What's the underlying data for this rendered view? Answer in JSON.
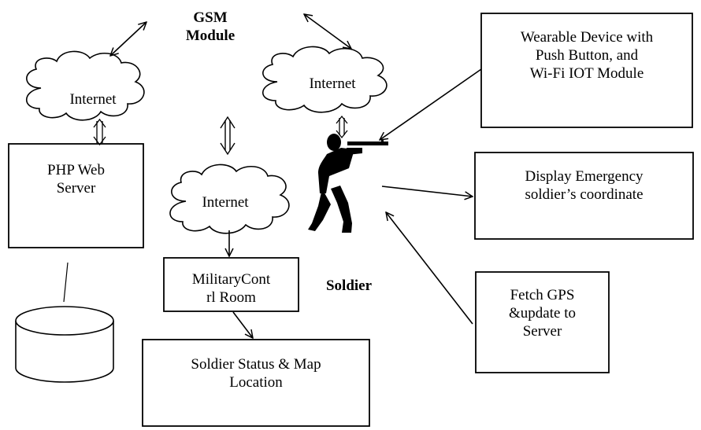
{
  "labels": {
    "gsm_module": "GSM\nModule",
    "internet_left": "Internet",
    "internet_right": "Internet",
    "internet_center": "Internet",
    "php_web_server": "PHP Web\nServer",
    "military_control_room": "MilitaryCont\nrl Room",
    "soldier_status_map": "Soldier Status & Map\nLocation",
    "soldier": "Soldier",
    "wearable_device": "Wearable Device with\nPush Button, and\nWi-Fi IOT Module",
    "display_emergency": "Display Emergency\nsoldier’s coordinate",
    "fetch_gps": "Fetch GPS\n&update to\nServer"
  },
  "icons": {
    "soldier": "soldier-silhouette-icon",
    "database": "database-cylinder-icon",
    "cloud": "cloud-icon"
  },
  "colors": {
    "stroke": "#000000",
    "background": "#ffffff"
  }
}
